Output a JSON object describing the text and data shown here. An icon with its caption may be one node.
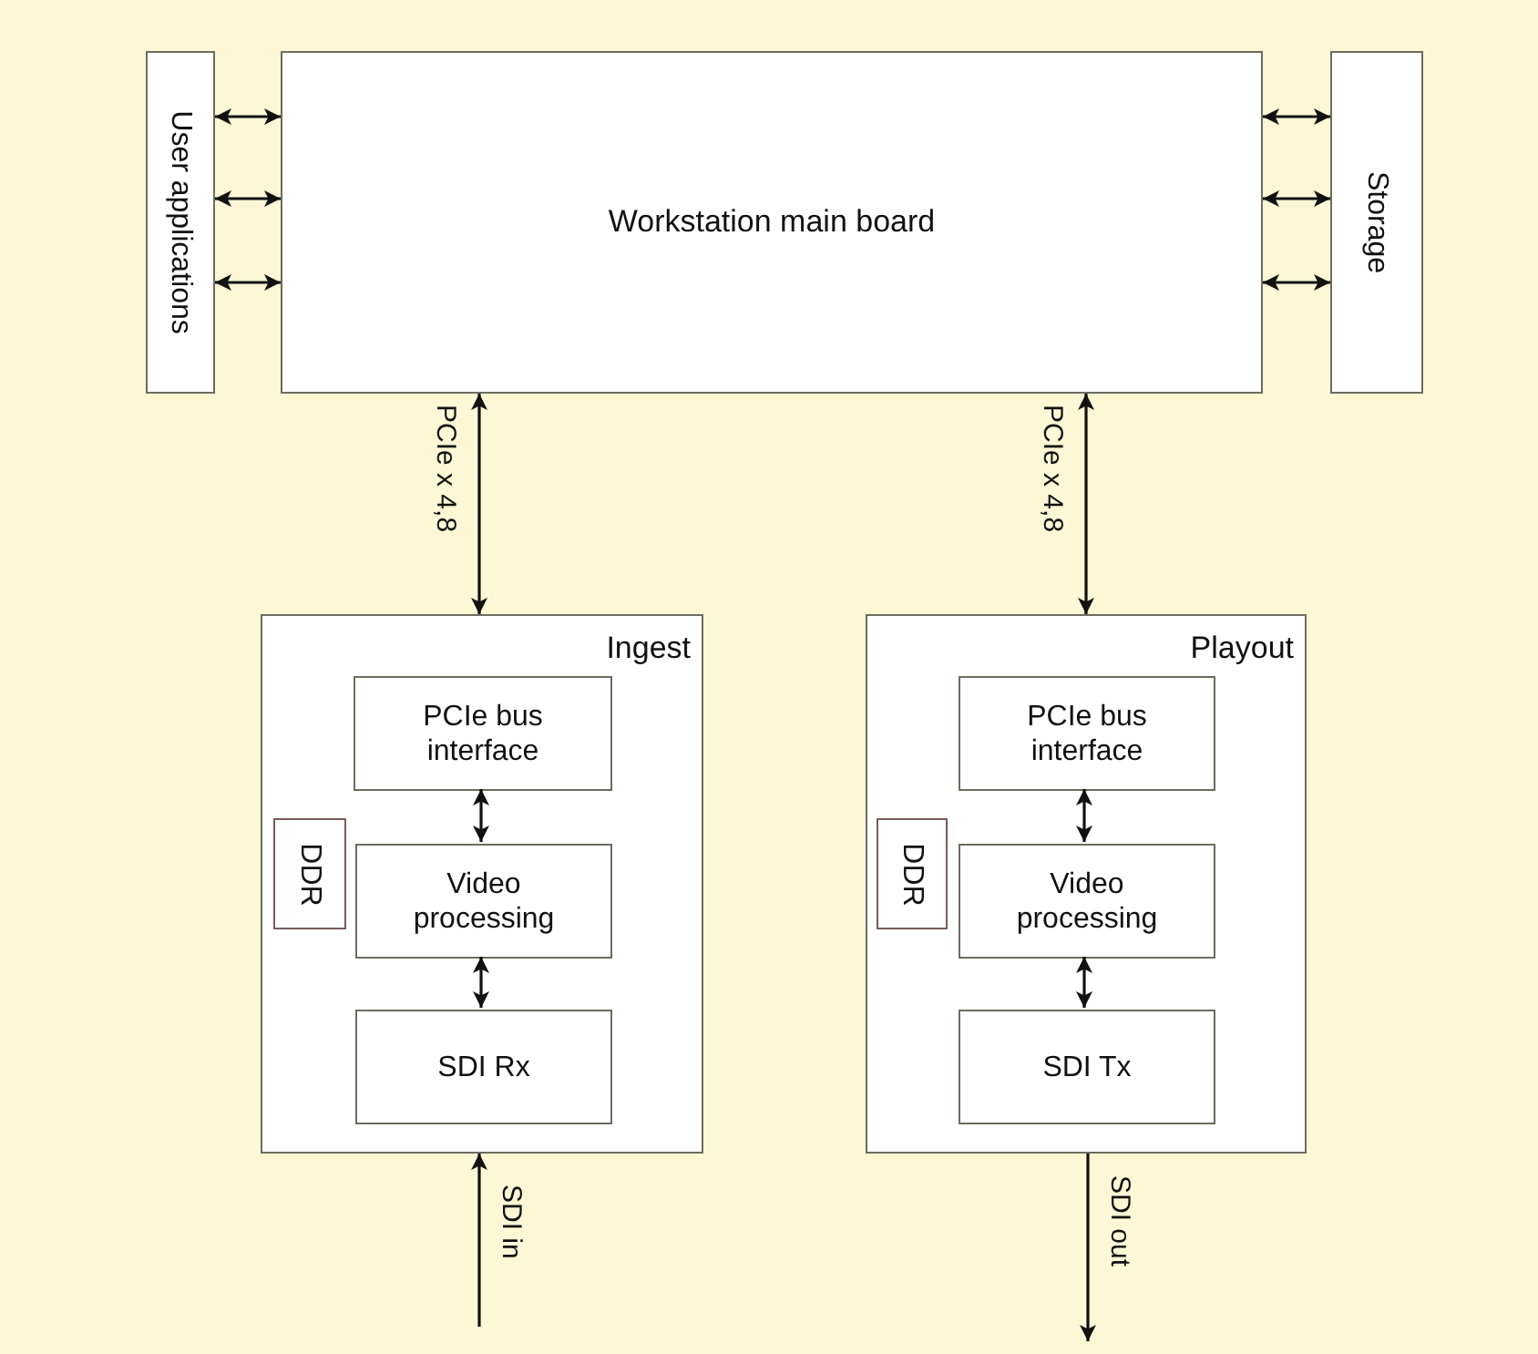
{
  "diagram": {
    "nodes": [
      {
        "text": [
          "User applications"
        ]
      },
      {
        "text": [
          "Workstation main board"
        ]
      },
      {
        "text": [
          "Storage"
        ]
      },
      {
        "text": [
          "Ingest"
        ]
      },
      {
        "text": [
          "PCIe bus interface"
        ],
        "in": 3
      },
      {
        "text": [
          "Video processing"
        ],
        "in": 3
      },
      {
        "text": [
          "SDI Rx"
        ],
        "in": 3
      },
      {
        "text": [
          "DDR"
        ],
        "in": 3
      },
      {
        "text": [
          "Playout"
        ]
      },
      {
        "text": [
          "PCIe bus interface"
        ],
        "in": 8
      },
      {
        "text": [
          "Video processing"
        ],
        "in": 8
      },
      {
        "text": [
          "SDI Tx"
        ],
        "in": 8
      },
      {
        "text": [
          "DDR"
        ],
        "in": 8
      }
    ],
    "edges": [
      {
        "from": 0,
        "to": 1,
        "arrow": "both"
      },
      {
        "from": 0,
        "to": 1,
        "arrow": "both"
      },
      {
        "from": 0,
        "to": 1,
        "arrow": "both"
      },
      {
        "from": 1,
        "to": 2,
        "arrow": "both"
      },
      {
        "from": 1,
        "to": 2,
        "arrow": "both"
      },
      {
        "from": 1,
        "to": 2,
        "arrow": "both"
      },
      {
        "from": 1,
        "to": 3,
        "arrow": "both",
        "label": "PCIe x 4,8"
      },
      {
        "from": 1,
        "to": 8,
        "arrow": "both",
        "label": "PCIe x 4,8"
      },
      {
        "from": 4,
        "to": 5,
        "arrow": "both"
      },
      {
        "from": 5,
        "to": 6,
        "arrow": "both"
      },
      {
        "from": 9,
        "to": 10,
        "arrow": "both"
      },
      {
        "from": 10,
        "to": 11,
        "arrow": "both"
      },
      {
        "from": null,
        "to": 3,
        "arrow": "to",
        "label": "SDI in"
      },
      {
        "from": 8,
        "to": null,
        "arrow": "to",
        "label": "SDI out"
      }
    ]
  }
}
